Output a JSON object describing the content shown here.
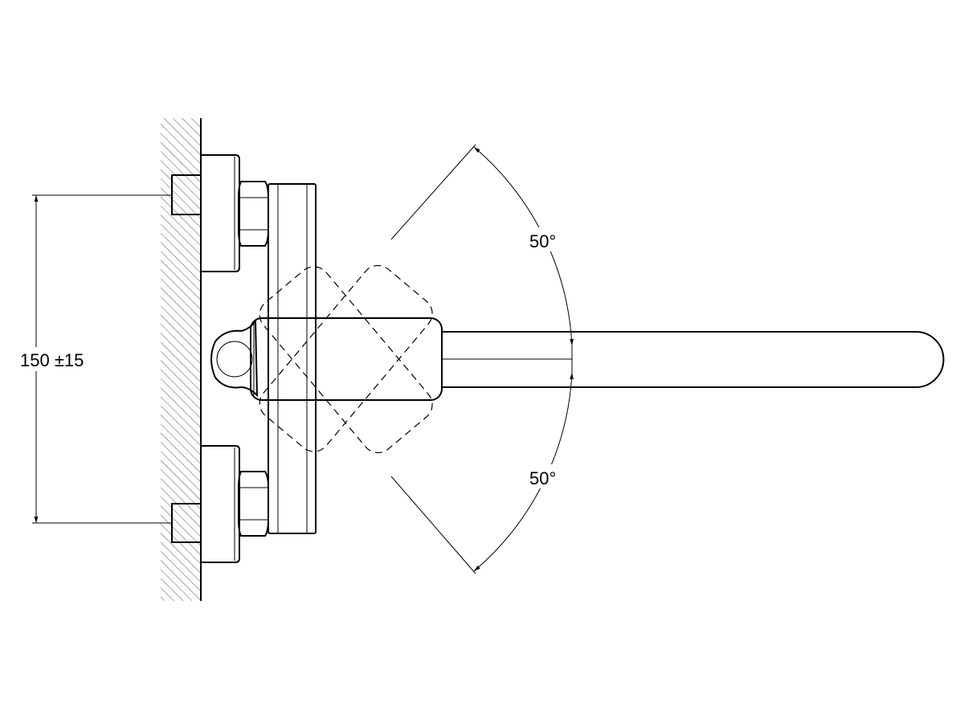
{
  "dimensions": {
    "spacing": "150 ±15",
    "angle_up": "50°",
    "angle_down": "50°"
  },
  "colors": {
    "line": "#000000",
    "background": "#ffffff"
  }
}
